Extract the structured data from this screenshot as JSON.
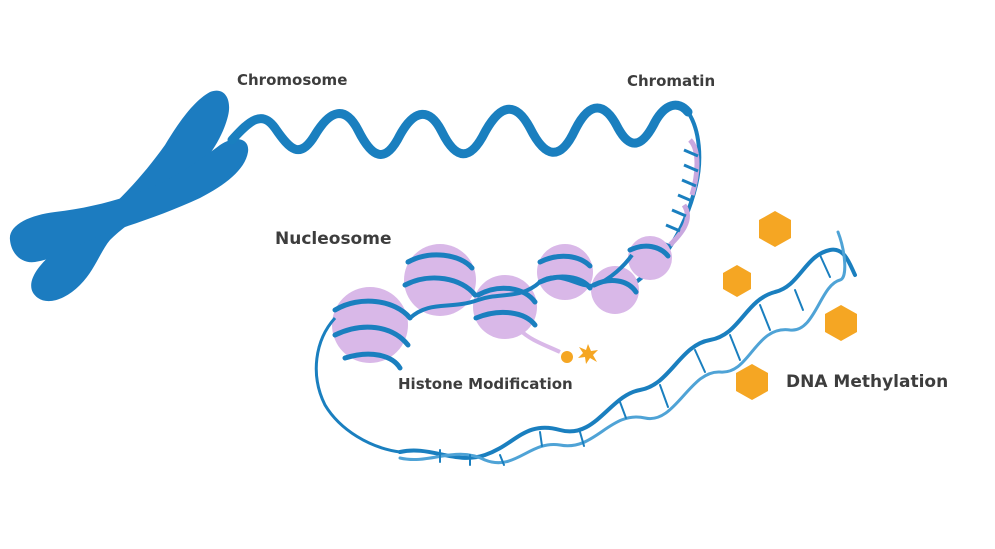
{
  "labels": {
    "chromosome": "Chromosome",
    "chromatin": "Chromatin",
    "nucleosome": "Nucleosome",
    "histone_modification": "Histone Modification",
    "dna_methylation": "DNA Methylation"
  },
  "colors": {
    "dna_blue": "#1a7fbf",
    "chromosome_blue": "#1c7cc0",
    "histone_lilac": "#d9b8e8",
    "methyl_orange": "#f5a623",
    "label_text": "#3d3d3d"
  },
  "icons": [
    "chromosome-icon",
    "chromatin-fiber",
    "nucleosome-bead",
    "dna-double-helix",
    "methyl-group-hexagon",
    "histone-tail-marker"
  ]
}
